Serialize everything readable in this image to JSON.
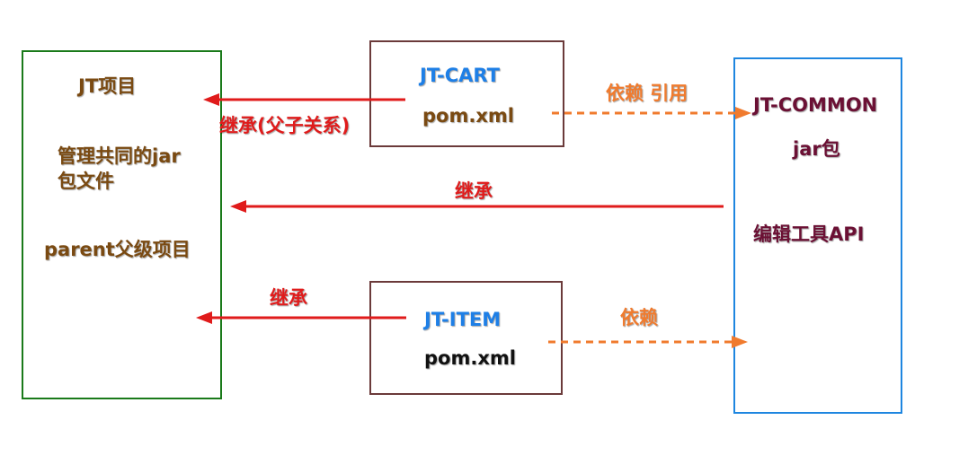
{
  "parent": {
    "title": "JT项目",
    "desc_line1": "管理共同的jar",
    "desc_line2": "包文件",
    "role": "parent父级项目"
  },
  "cart": {
    "name": "JT-CART",
    "file": "pom.xml"
  },
  "item": {
    "name": "JT-ITEM",
    "file": "pom.xml"
  },
  "common": {
    "name": "JT-COMMON",
    "type": "jar包",
    "desc": "编辑工具API"
  },
  "edges": {
    "cart_to_parent": "继承(父子关系)",
    "common_to_parent": "继承",
    "item_to_parent": "继承",
    "cart_to_common": "依赖 引用",
    "item_to_common": "依赖"
  },
  "colors": {
    "parent_border": "#1a7a1a",
    "module_border": "#6b3a3a",
    "common_border": "#1e86e0",
    "inherit_arrow": "#e01b1b",
    "depend_arrow": "#f07b2e"
  }
}
